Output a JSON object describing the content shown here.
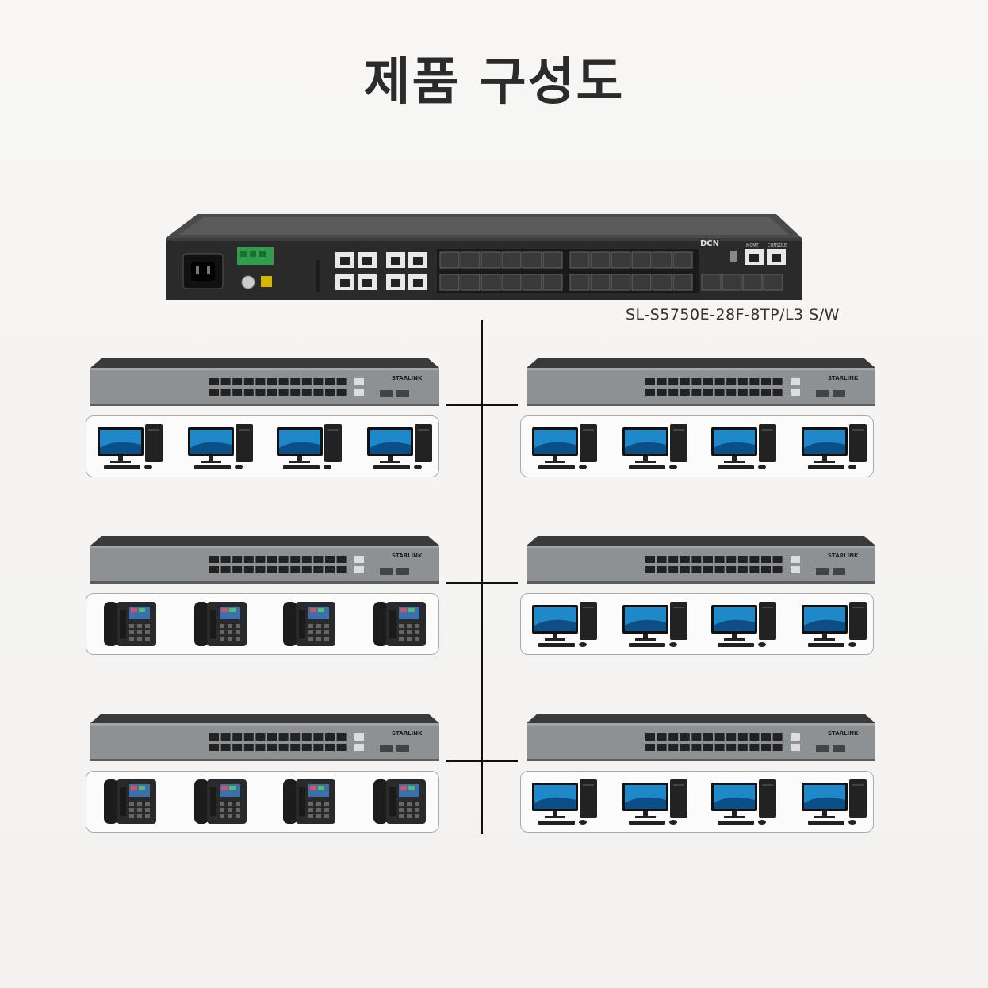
{
  "title": "제품 구성도",
  "core_switch": {
    "model_label": "SL-S5750E-28F-8TP/L3 S/W",
    "brand": "DCN",
    "port_labels": {
      "mgmt": "MGMT",
      "console": "CONSOLE"
    }
  },
  "access_switch": {
    "brand": "STARLINK"
  },
  "icons": {
    "pc": "desktop-pc-icon",
    "phone": "ip-phone-icon"
  },
  "rows": [
    {
      "left": {
        "device": "pc",
        "count": 4
      },
      "right": {
        "device": "pc",
        "count": 4
      }
    },
    {
      "left": {
        "device": "phone",
        "count": 4
      },
      "right": {
        "device": "pc",
        "count": 4
      }
    },
    {
      "left": {
        "device": "phone",
        "count": 4
      },
      "right": {
        "device": "pc",
        "count": 4
      }
    }
  ]
}
